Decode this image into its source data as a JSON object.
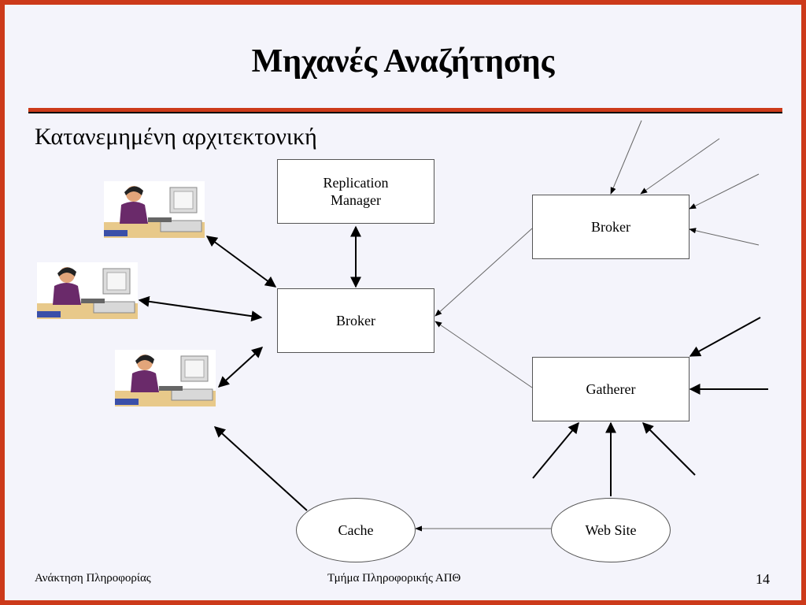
{
  "slide": {
    "title": "Μηχανές Αναζήτησης",
    "subtitle": "Κατανεμημένη αρχιτεκτονική"
  },
  "nodes": {
    "replication_manager": [
      "Replication",
      "Manager"
    ],
    "broker_main": "Broker",
    "broker_remote": "Broker",
    "gatherer": "Gatherer",
    "cache": "Cache",
    "web_site": "Web Site"
  },
  "footer": {
    "left": "Ανάκτηση Πληροφορίας",
    "center": "Τμήμα Πληροφορικής ΑΠΘ",
    "page_number": "14"
  },
  "colors": {
    "frame": "#cc3a1a",
    "background": "#f4f4fb"
  },
  "icons": [
    "user-at-computer-icon",
    "user-at-computer-icon",
    "user-at-computer-icon"
  ]
}
